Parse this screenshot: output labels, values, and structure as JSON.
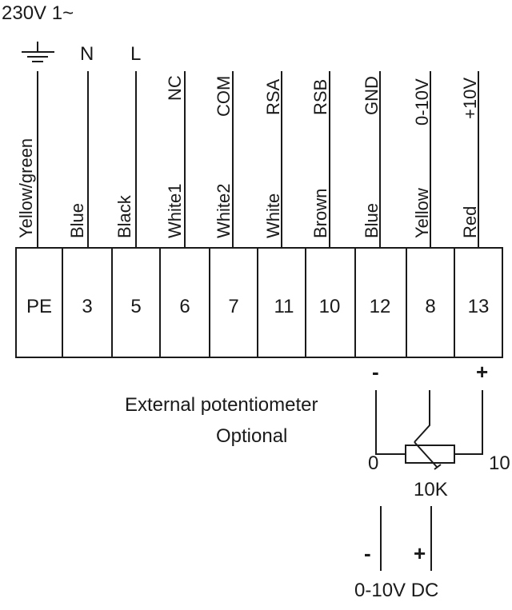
{
  "supply": {
    "title": "230V 1~"
  },
  "mains_labels": {
    "n": "N",
    "l": "L"
  },
  "signals": [
    "NC",
    "COM",
    "RSA",
    "RSB",
    "GND",
    "0-10V",
    "+10V"
  ],
  "wires": [
    "Yellow/green",
    "Blue",
    "Black",
    "White1",
    "White2",
    "White",
    "Brown",
    "Blue",
    "Yellow",
    "Red"
  ],
  "terminals": [
    "PE",
    "3",
    "5",
    "6",
    "7",
    "11",
    "10",
    "12",
    "8",
    "13"
  ],
  "potentiometer": {
    "caption_line1": "External potentiometer",
    "caption_line2": "Optional",
    "minus": "-",
    "plus": "+",
    "end_zero": "0",
    "end_ten": "10",
    "value": "10K"
  },
  "dc_input": {
    "minus": "-",
    "plus": "+",
    "label": "0-10V DC"
  },
  "icons": {
    "ground": "ground-icon",
    "potentiometer": "potentiometer-icon"
  },
  "colors": {
    "line": "#1a1a1a",
    "background": "#ffffff"
  }
}
